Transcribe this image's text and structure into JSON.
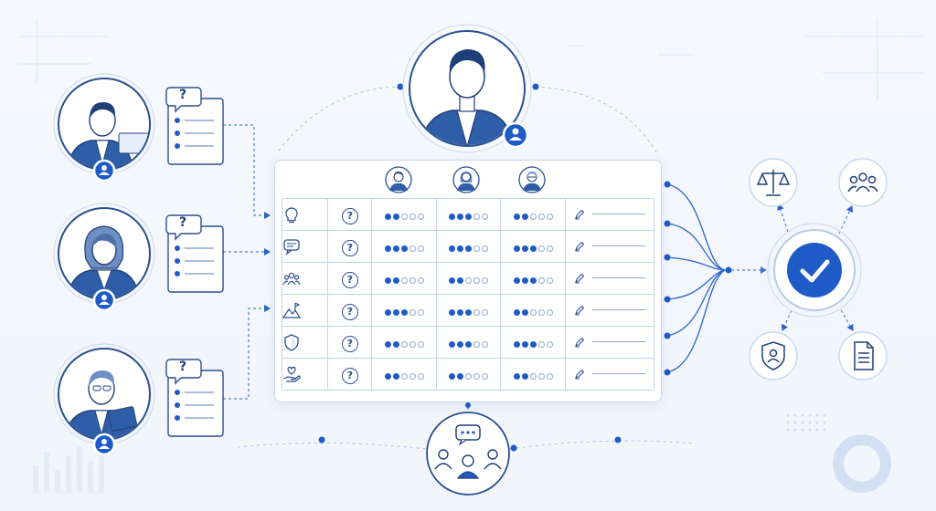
{
  "question_mark": "?",
  "rows": [
    {
      "icon": "lightbulb-icon",
      "ratings": [
        2,
        3,
        2
      ]
    },
    {
      "icon": "speech-bubble-icon",
      "ratings": [
        3,
        3,
        3
      ]
    },
    {
      "icon": "team-icon",
      "ratings": [
        2,
        2,
        3
      ]
    },
    {
      "icon": "mountain-flag-icon",
      "ratings": [
        3,
        3,
        2
      ]
    },
    {
      "icon": "shield-icon",
      "ratings": [
        2,
        3,
        3
      ]
    },
    {
      "icon": "hand-heart-icon",
      "ratings": [
        2,
        2,
        2
      ]
    }
  ],
  "rating_max": 5,
  "colors": {
    "accent": "#1f5bc6",
    "navy": "#2a4f8f",
    "line": "#8fa7cf"
  }
}
